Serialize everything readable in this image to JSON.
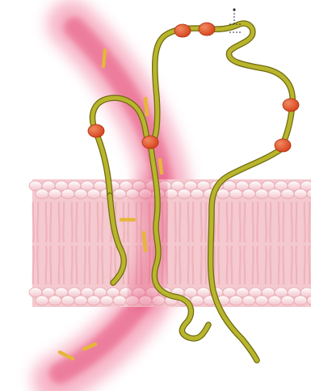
{
  "colors": {
    "background": "#ffffff",
    "glow": "#f07a9c",
    "glow_core": "#e23a6a",
    "membrane_fill": "#f4c9cf",
    "membrane_head": "#fbeaec",
    "membrane_head_stroke": "#e6a8b0",
    "membrane_tail": "#efb3bb",
    "protein": "#b9b52c",
    "protein_stroke": "#6e6a10",
    "bead": "#d6421c",
    "bead_highlight": "#f08a62",
    "ion": "#e6b63a"
  },
  "diagram": {
    "description_icons": [
      "membrane-bilayer",
      "transmembrane-protein",
      "ion-particle",
      "phosphorylation-site-bead"
    ]
  }
}
